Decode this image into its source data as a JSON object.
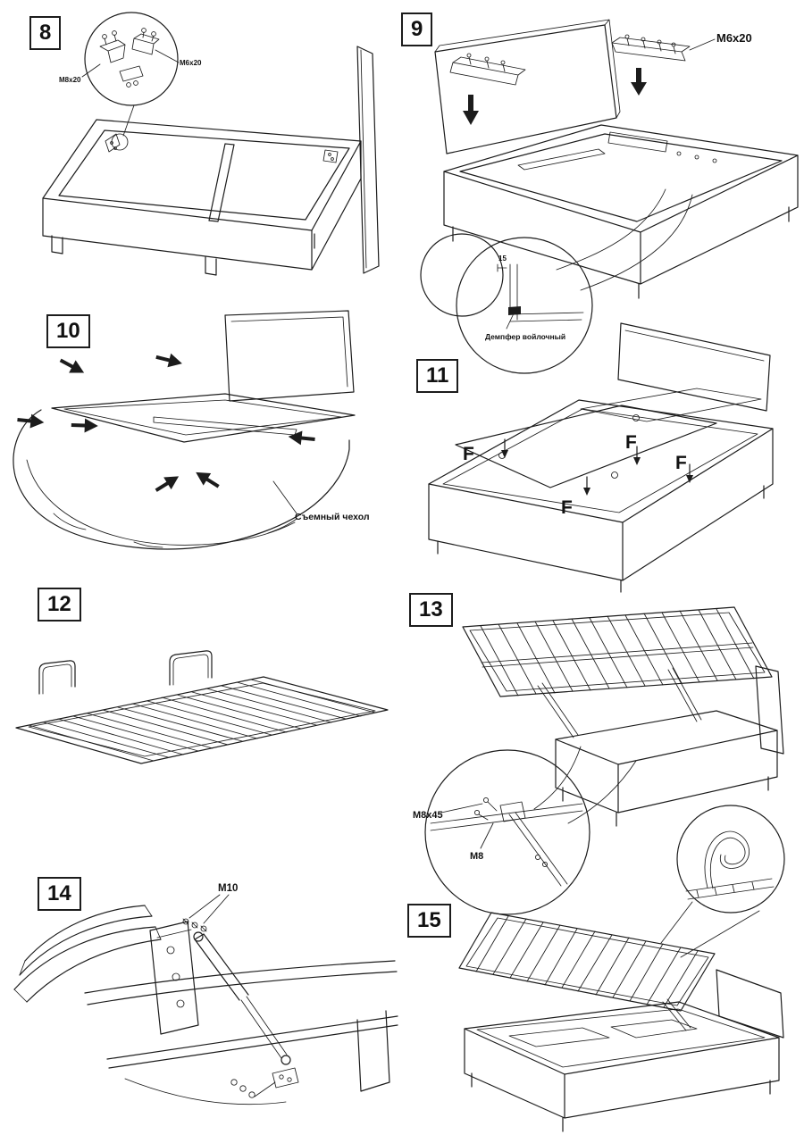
{
  "colors": {
    "line": "#1c1c1c",
    "background": "#ffffff"
  },
  "steps": {
    "s8": {
      "number": "8",
      "label_m8x20": "M8x20",
      "label_m6x20": "M6x20"
    },
    "s9": {
      "number": "9",
      "label_m6x20": "M6x20",
      "dimension": "15",
      "label_damper": "Демпфер войлочный"
    },
    "s10": {
      "number": "10",
      "label_cover": "Съемный чехол"
    },
    "s11": {
      "number": "11",
      "force_marks": [
        "F",
        "F",
        "F",
        "F"
      ]
    },
    "s12": {
      "number": "12"
    },
    "s13": {
      "number": "13",
      "label_m8x45": "M8x45",
      "label_m8": "M8"
    },
    "s14": {
      "number": "14",
      "label_m10": "M10"
    },
    "s15": {
      "number": "15"
    }
  }
}
